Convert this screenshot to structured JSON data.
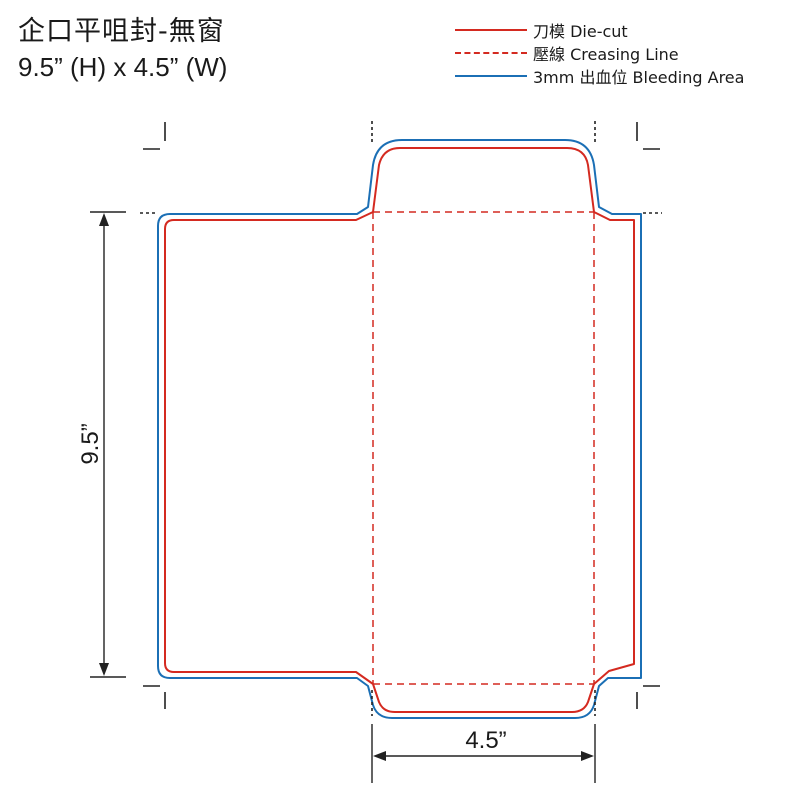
{
  "title": {
    "line1": "企口平咀封-無窗",
    "line2": "9.5” (H) x 4.5” (W)"
  },
  "legend": [
    {
      "key": "die_cut",
      "label": "刀模  Die-cut",
      "color": "#d42a20",
      "style": "solid"
    },
    {
      "key": "crease",
      "label": "壓線  Creasing Line",
      "color": "#d42a20",
      "style": "dashed"
    },
    {
      "key": "bleed",
      "label": "3mm 出血位 Bleeding Area",
      "color": "#1b6fb5",
      "style": "solid"
    }
  ],
  "dimensions": {
    "height_label": "9.5”",
    "width_label": "4.5”"
  },
  "colors": {
    "die_cut": "#d42a20",
    "crease": "#d42a20",
    "bleed": "#1b6fb5",
    "guide": "#222222"
  }
}
